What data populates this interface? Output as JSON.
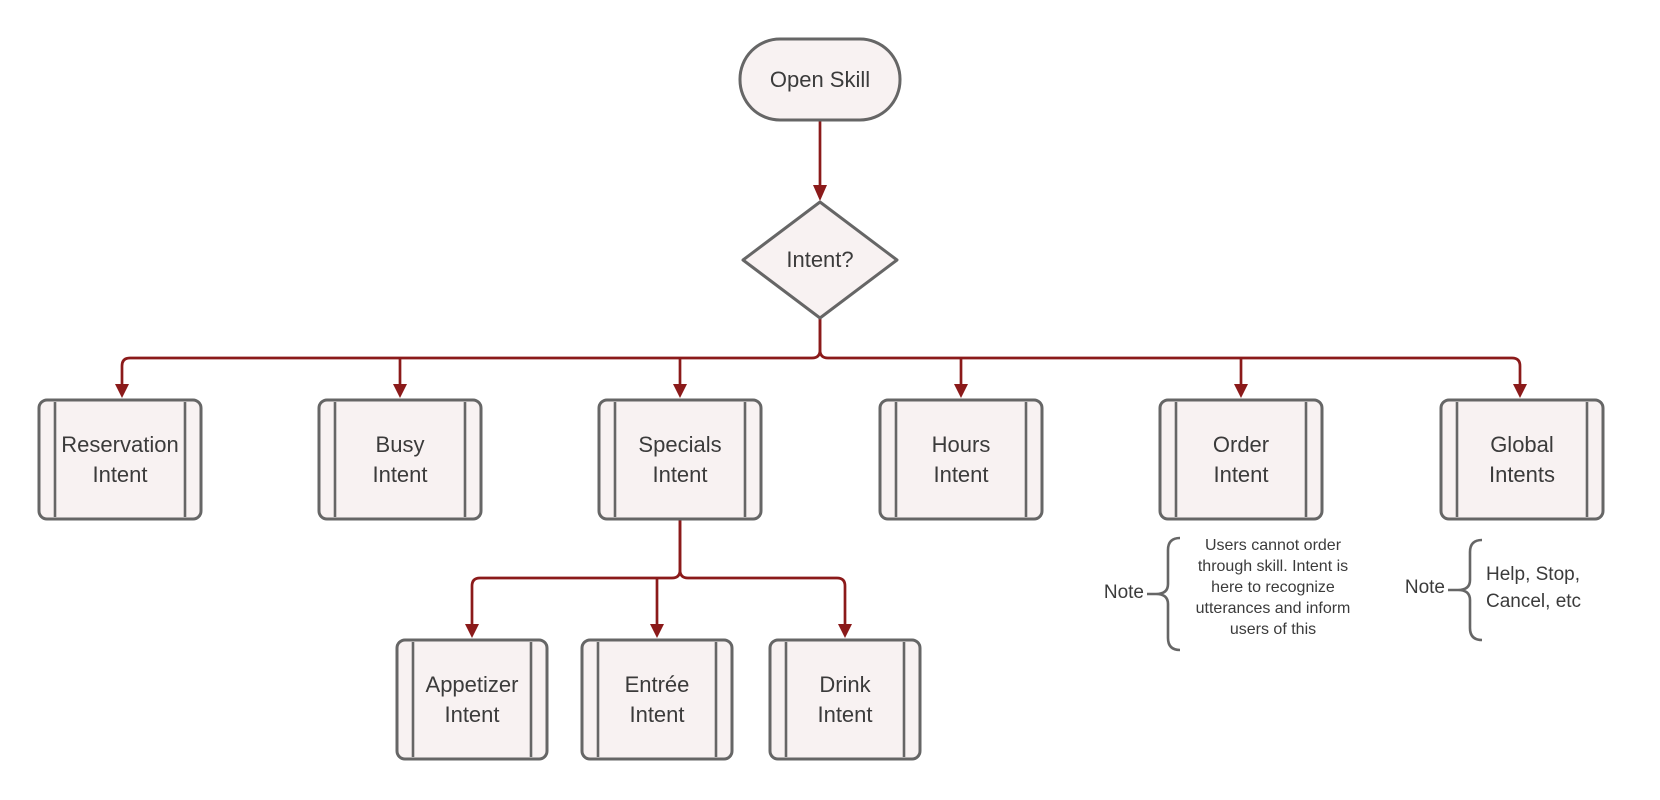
{
  "diagram": {
    "colors": {
      "node_fill": "#f8f2f2",
      "node_border": "#666666",
      "connector": "#8b1a1a",
      "text": "#3b3b3b"
    },
    "nodes": [
      {
        "id": "open-skill",
        "type": "terminator",
        "label": "Open Skill"
      },
      {
        "id": "intent",
        "type": "decision",
        "label": "Intent?"
      },
      {
        "id": "reservation-intent",
        "type": "predefined-process",
        "label": "Reservation\nIntent"
      },
      {
        "id": "busy-intent",
        "type": "predefined-process",
        "label": "Busy\nIntent"
      },
      {
        "id": "specials-intent",
        "type": "predefined-process",
        "label": "Specials\nIntent"
      },
      {
        "id": "hours-intent",
        "type": "predefined-process",
        "label": "Hours\nIntent"
      },
      {
        "id": "order-intent",
        "type": "predefined-process",
        "label": "Order\nIntent"
      },
      {
        "id": "global-intents",
        "type": "predefined-process",
        "label": "Global\nIntents"
      },
      {
        "id": "appetizer-intent",
        "type": "predefined-process",
        "label": "Appetizer\nIntent"
      },
      {
        "id": "entree-intent",
        "type": "predefined-process",
        "label": "Entrée\nIntent"
      },
      {
        "id": "drink-intent",
        "type": "predefined-process",
        "label": "Drink\nIntent"
      }
    ],
    "edges": [
      {
        "from": "open-skill",
        "to": "intent"
      },
      {
        "from": "intent",
        "to": "reservation-intent"
      },
      {
        "from": "intent",
        "to": "busy-intent"
      },
      {
        "from": "intent",
        "to": "specials-intent"
      },
      {
        "from": "intent",
        "to": "hours-intent"
      },
      {
        "from": "intent",
        "to": "order-intent"
      },
      {
        "from": "intent",
        "to": "global-intents"
      },
      {
        "from": "specials-intent",
        "to": "appetizer-intent"
      },
      {
        "from": "specials-intent",
        "to": "entree-intent"
      },
      {
        "from": "specials-intent",
        "to": "drink-intent"
      }
    ],
    "notes": [
      {
        "attached_to": "order-intent",
        "label": "Note",
        "text": "Users cannot order\nthrough skill. Intent is\nhere to recognize\nutterances and inform\nusers of this"
      },
      {
        "attached_to": "global-intents",
        "label": "Note",
        "text": "Help, Stop,\nCancel, etc"
      }
    ]
  }
}
